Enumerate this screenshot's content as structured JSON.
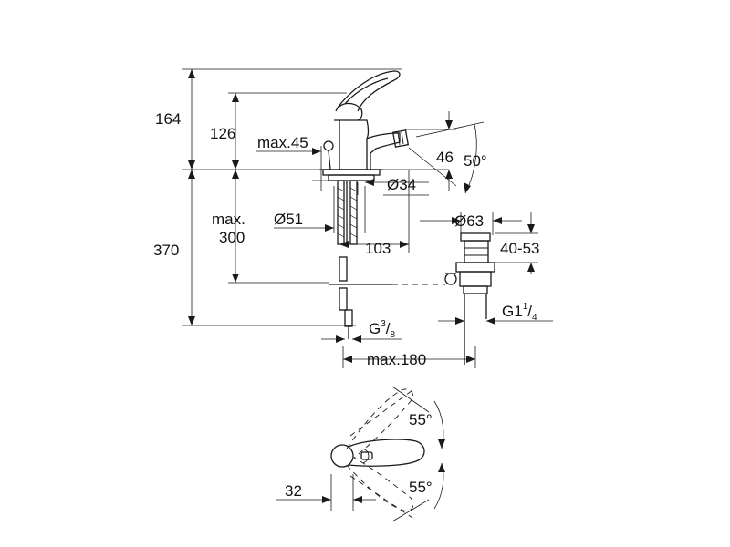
{
  "labels": {
    "h164": "164",
    "h126": "126",
    "max45": "max.45",
    "d46": "46",
    "a50": "50°",
    "d34": "Ø34",
    "max": "max.",
    "h300": "300",
    "h370": "370",
    "d51": "Ø51",
    "d103": "103",
    "d63": "Ø63",
    "r4053": "40-53",
    "g38_main": "G",
    "g38_num": "3",
    "g38_den": "8",
    "g114_main": "G1",
    "g114_num": "1",
    "g114_den": "4",
    "max180": "max.180",
    "a55top": "55°",
    "a55bot": "55°",
    "d32": "32"
  }
}
